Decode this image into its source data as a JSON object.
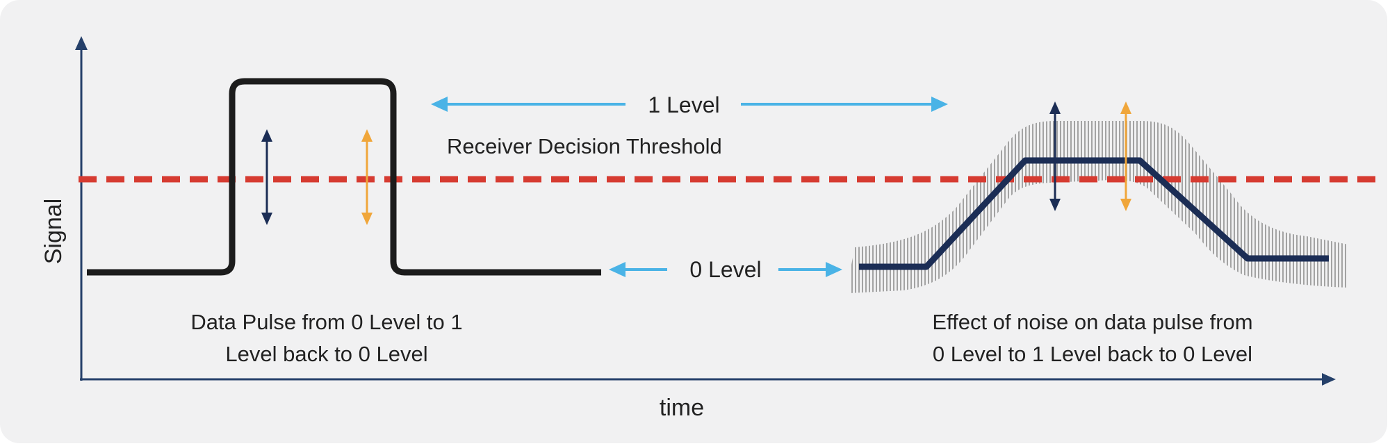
{
  "axes": {
    "y_label": "Signal",
    "x_label": "time"
  },
  "labels": {
    "one_level": "1 Level",
    "zero_level": "0 Level",
    "threshold": "Receiver Decision Threshold"
  },
  "captions": {
    "left_line1": "Data Pulse from 0 Level to 1",
    "left_line2": "Level back to 0 Level",
    "right_line1": "Effect of noise on data pulse from",
    "right_line2": "0 Level to 1 Level back to 0 Level"
  },
  "colors": {
    "axis": "#25406a",
    "pulse": "#1c1c1c",
    "noisy_pulse": "#1b2d55",
    "threshold": "#d63b31",
    "level_arrow": "#4ab3e6",
    "navy_arrow": "#1b2d55",
    "orange_arrow": "#f0a63a",
    "noise_band": "#a6a6a6"
  }
}
